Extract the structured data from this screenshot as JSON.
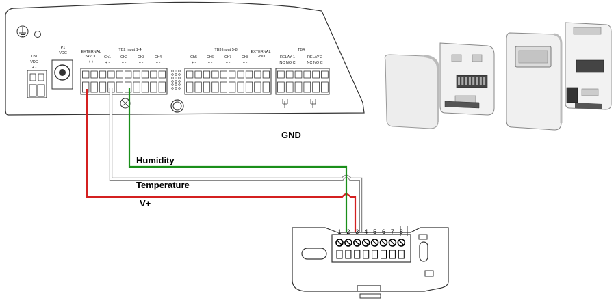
{
  "controller": {
    "tb1": "TB1",
    "tb1_vdc": "VDC",
    "tb1_pol": "+  -",
    "p1": "P1",
    "p1_vdc": "VDC",
    "external_24vdc_l1": "EXTERNAL",
    "external_24vdc_l2": "24VDC",
    "external_24vdc_pol": "+ +",
    "tb2": "TB2 Input 1-4",
    "tb3": "TB3 Input 5-8",
    "tb4": "TB4",
    "external_gnd_l1": "EXTERNAL",
    "external_gnd_l2": "GND",
    "external_gnd_pol": "- -",
    "channels": [
      "Ch1",
      "Ch2",
      "Ch3",
      "Ch4",
      "Ch5",
      "Ch6",
      "Ch7",
      "Ch8"
    ],
    "ch_pol": "+  -",
    "relay1": "RELAY 1",
    "relay2": "RELAY 2",
    "relay_contacts": "NC NO C"
  },
  "wires": {
    "humidity": "Humidity",
    "temperature": "Temperature",
    "vplus": "V+",
    "gnd": "GND"
  },
  "sensor": {
    "terminal_numbers": [
      "1",
      "2",
      "3",
      "4",
      "5",
      "6",
      "7",
      "8"
    ]
  },
  "colors": {
    "humidity_wire": "#1a8f1a",
    "temperature_wire": "#9a9a9a",
    "vplus_wire": "#d42020",
    "outline": "#333333"
  }
}
